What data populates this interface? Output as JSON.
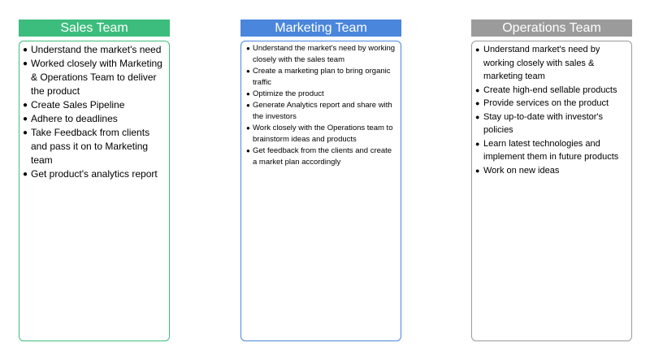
{
  "teams": [
    {
      "title": "Sales Team",
      "header_color": "#3dbd7d",
      "border_color": "#3dbd7d",
      "items": [
        "Understand the market's need",
        "Worked closely with Marketing & Operations Team to deliver the product",
        "Create Sales Pipeline",
        "Adhere to deadlines",
        "Take Feedback from clients and pass it on to Marketing team",
        "Get product's analytics report"
      ]
    },
    {
      "title": "Marketing Team",
      "header_color": "#4a86dc",
      "border_color": "#4a86dc",
      "items": [
        "Understand the market's need by working closely with the sales team",
        "Create a marketing plan to bring organic traffic",
        "Optimize the product",
        "Generate Analytics report and share with the investors",
        "Work closely with the Operations team to brainstorm ideas and products",
        "Get feedback from the clients and create a market plan accordingly"
      ]
    },
    {
      "title": "Operations Team",
      "header_color": "#9b9b9b",
      "border_color": "#9b9b9b",
      "items": [
        "Understand market's need by working closely with sales & marketing team",
        "Create high-end sellable products",
        "Provide services on the product",
        "Stay up-to-date with investor's policies",
        "Learn latest technologies and implement them in future products",
        "Work on new ideas"
      ]
    }
  ],
  "bullet_glyph": "●"
}
